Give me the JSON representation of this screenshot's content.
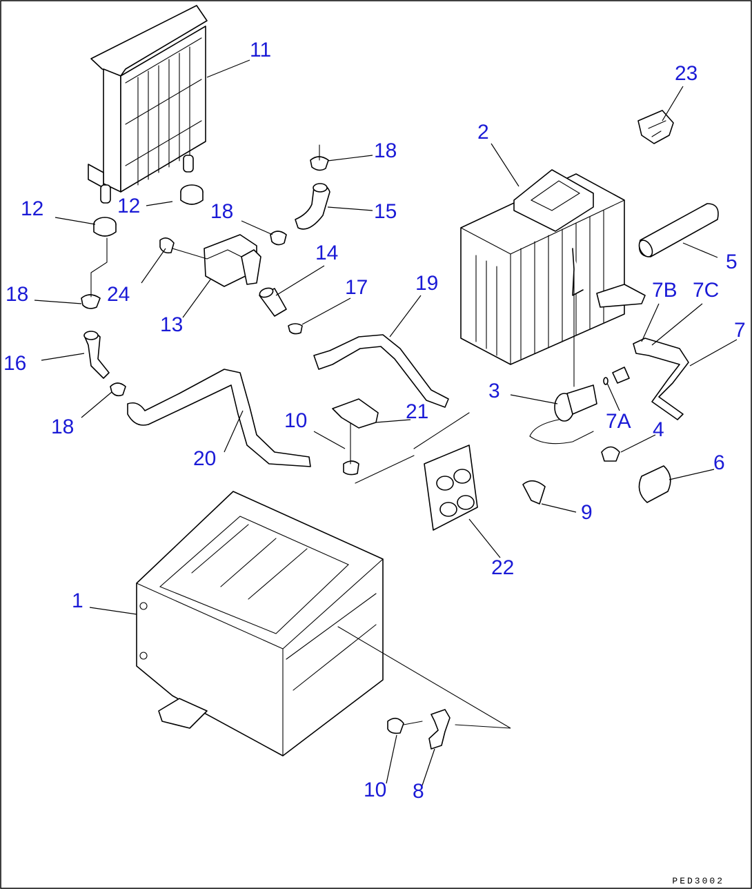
{
  "callouts": [
    {
      "id": "c11",
      "text": "11"
    },
    {
      "id": "c23",
      "text": "23"
    },
    {
      "id": "c2",
      "text": "2"
    },
    {
      "id": "c18a",
      "text": "18"
    },
    {
      "id": "c12a",
      "text": "12"
    },
    {
      "id": "c12b",
      "text": "12"
    },
    {
      "id": "c18b",
      "text": "18"
    },
    {
      "id": "c15",
      "text": "15"
    },
    {
      "id": "c5",
      "text": "5"
    },
    {
      "id": "c14",
      "text": "14"
    },
    {
      "id": "c18c",
      "text": "18"
    },
    {
      "id": "c24",
      "text": "24"
    },
    {
      "id": "c17",
      "text": "17"
    },
    {
      "id": "c19",
      "text": "19"
    },
    {
      "id": "c7b",
      "text": "7B"
    },
    {
      "id": "c7c",
      "text": "7C"
    },
    {
      "id": "c13",
      "text": "13"
    },
    {
      "id": "c7",
      "text": "7"
    },
    {
      "id": "c16",
      "text": "16"
    },
    {
      "id": "c3",
      "text": "3"
    },
    {
      "id": "c21",
      "text": "21"
    },
    {
      "id": "c10a",
      "text": "10"
    },
    {
      "id": "c7a",
      "text": "7A"
    },
    {
      "id": "c18d",
      "text": "18"
    },
    {
      "id": "c4",
      "text": "4"
    },
    {
      "id": "c20",
      "text": "20"
    },
    {
      "id": "c6",
      "text": "6"
    },
    {
      "id": "c9",
      "text": "9"
    },
    {
      "id": "c22",
      "text": "22"
    },
    {
      "id": "c1",
      "text": "1"
    },
    {
      "id": "c10b",
      "text": "10"
    },
    {
      "id": "c8",
      "text": "8"
    }
  ],
  "drawing_code": "PED3002",
  "colors": {
    "callout": "#1a1ad6",
    "line": "#000000",
    "background": "#ffffff"
  }
}
